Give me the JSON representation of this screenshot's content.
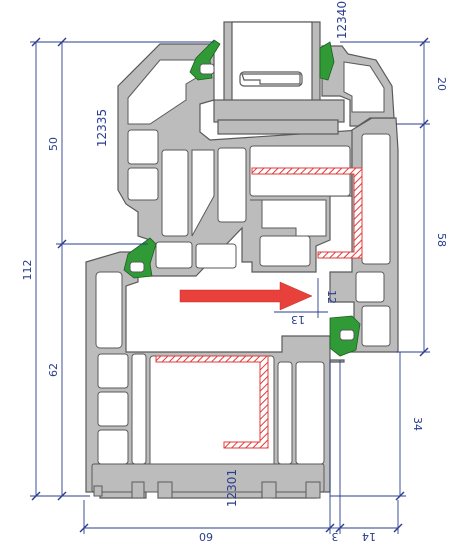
{
  "profile_codes": {
    "sash": "12335",
    "bead": "12340",
    "frame": "12301"
  },
  "dimensions": {
    "left_outer_height": "112",
    "left_upper": "50",
    "left_lower": "62",
    "right_upper": "20",
    "right_middle": "58",
    "right_lower": "34",
    "bottom_width": "60",
    "bottom_small": "3",
    "bottom_right": "14",
    "inner_vertical": "12",
    "inner_horizontal": "13"
  },
  "colors": {
    "profile_fill": "#bcbcbc",
    "profile_stroke": "#5a5a5a",
    "gasket": "#2f9a36",
    "reinforcement": "#e23b3b",
    "dimension_lines": "#2a3d8f",
    "arrow": "#e8403a"
  }
}
